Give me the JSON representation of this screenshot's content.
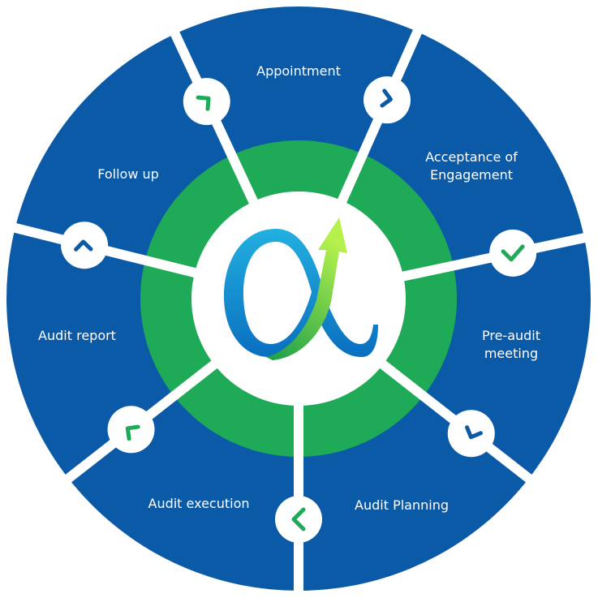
{
  "diagram": {
    "title": "Audit cycle",
    "colors": {
      "segment": "#0b5aa8",
      "ring": "#1eaa57",
      "divider": "#ffffff",
      "center": "#ffffff",
      "arrow_blue": "#0b5aa8",
      "arrow_green": "#1eaa57",
      "logo_blue": "#1a9ad6",
      "logo_green": "#8de04a"
    },
    "logo": {
      "symbol": "alpha-with-up-arrow"
    },
    "steps": [
      {
        "label": "Appointment",
        "lines": [
          "Appointment"
        ]
      },
      {
        "label": "Acceptance of Engagement",
        "lines": [
          "Acceptance of",
          "Engagement"
        ]
      },
      {
        "label": "Pre-audit meeting",
        "lines": [
          "Pre-audit",
          "meeting"
        ]
      },
      {
        "label": "Audit Planning",
        "lines": [
          "Audit Planning"
        ]
      },
      {
        "label": "Audit execution",
        "lines": [
          "Audit execution"
        ]
      },
      {
        "label": "Audit report",
        "lines": [
          "Audit report"
        ]
      },
      {
        "label": "Follow up",
        "lines": [
          "Follow up"
        ]
      }
    ],
    "connectors": [
      {
        "between": "Follow up → Appointment",
        "icon": "chevron-arrow-icon",
        "color": "green"
      },
      {
        "between": "Appointment → Acceptance of Engagement",
        "icon": "chevron-arrow-icon",
        "color": "blue"
      },
      {
        "between": "Acceptance of Engagement → Pre-audit meeting",
        "icon": "check-icon",
        "color": "green"
      },
      {
        "between": "Pre-audit meeting → Audit Planning",
        "icon": "chevron-arrow-icon",
        "color": "blue"
      },
      {
        "between": "Audit Planning → Audit execution",
        "icon": "chevron-left-icon",
        "color": "green"
      },
      {
        "between": "Audit execution → Audit report",
        "icon": "chevron-arrow-icon",
        "color": "green"
      },
      {
        "between": "Audit report → Follow up",
        "icon": "chevron-arrow-icon",
        "color": "blue"
      }
    ]
  }
}
